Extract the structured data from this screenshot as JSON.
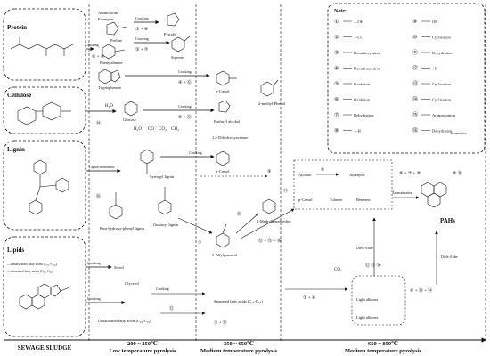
{
  "sources": {
    "protein": "Protein",
    "cellulose": "Cellulose",
    "lignin": "Lignin",
    "lipids": "Lipids",
    "lipid_line1": "—unsaturated fatty acids (C₁₆-C₁₈)",
    "lipid_line2": "—saturated fatty acids (C₁₆-C₁₈)"
  },
  "stages": [
    "SEWAGE SLUDGE",
    "200 ~ 350℃",
    "Low temperature pyrolysis",
    "350 ~ 650℃",
    "Medium temperature pyrolysis",
    "650 ~ 850℃",
    "Medium temperature pyrolysis"
  ],
  "compounds": {
    "amino_acids": "Amino acids",
    "examples": "Examples",
    "proline": "Proline",
    "pyrrole": "Pyrrole",
    "styrene": "Styrene",
    "phenylalanine": "Phenylalanine",
    "tryptophanate": "Tryptophanate",
    "p_cresol": "p-Cresol",
    "furfuryl": "Furfuryl alcohol",
    "dihydroxy": "1,2-Dihydroxyacetone",
    "methylphenol": "2-methyl-Phenol",
    "glucose": "Glucose",
    "h2o": "H₂O",
    "co": "CO",
    "co2": "CO₂",
    "ch4": "CH₄",
    "syringyl": "Syringyl lignin",
    "guaiacyl": "Guaiacyl lignin",
    "phb": "Para-hydroxy-phenyl lignin",
    "p_cresol2": "p-Cresol",
    "allyl": "5-Allylguaiacol",
    "methylbenzene": "2-Methylbenzenediol",
    "alcohol": "Alcohol",
    "aldehyde": "Aldehyde",
    "p_cresol3": "p-Cresol",
    "toluene": "Toluene",
    "benzene": "Benzene",
    "pahs": "PAHs",
    "aromatization": "Aromatization",
    "glycerol": "Glycerol",
    "sterol": "Sterol",
    "unsat": "Unsaturated fatty acids (C₁₆-C₁₈)",
    "sat": "Saturated fatty acids (C₁₆-C₁₈)",
    "light_alkanes": "Light alkanes",
    "light_alkenes": "Light alkenes",
    "co2b": "CO₂"
  },
  "labels": {
    "cracking": "Cracking",
    "lignin_monomers": "Lignin monomers",
    "diels_alder": "Diels-Alder",
    "diels_alder2": "Diels-Alder"
  },
  "steps": {
    "s1": "⑧ + ⑤",
    "s2": "③ + ⑧",
    "s3": "③ + ⑦",
    "s4": "④ + ⑫",
    "s5": "⑭",
    "s6": "⑥ + ⑫",
    "s7": "⑯",
    "s8": "⑨",
    "s9": "⑯",
    "s10": "⑥",
    "s11": "⑥ + ⑦ + ⑨",
    "s12": "⑪",
    "s13": "⑦",
    "s14": "⑫ + ⑮ + ⑯",
    "s15": "⑧ ⑯",
    "s16": "③ + ⑧",
    "s17": "⑫",
    "s18": "③ + ⑫",
    "s19": "⑧ + ⑬ + ⑭",
    "s20": "⑫ ⑬ ⑭"
  },
  "note": {
    "title": "Note:",
    "items": [
      {
        "n": "①",
        "label": "—OH"
      },
      {
        "n": "②",
        "label": "—CO"
      },
      {
        "n": "③",
        "label": "Decarboxylation"
      },
      {
        "n": "④",
        "label": "Decarbonylation"
      },
      {
        "n": "⑤",
        "label": "Oxidation"
      },
      {
        "n": "⑥",
        "label": "Oxidation"
      },
      {
        "n": "⑦",
        "label": "Dehydration"
      },
      {
        "n": "⑧",
        "label": "—H"
      },
      {
        "n": "⑨",
        "label": "OH"
      },
      {
        "n": "⑩",
        "label": "Cyclization"
      },
      {
        "n": "⑪",
        "label": "Dehydration"
      },
      {
        "n": "⑫",
        "label": "+H"
      },
      {
        "n": "⑬",
        "label": "Cyclization"
      },
      {
        "n": "⑭",
        "label": "Cyclization"
      },
      {
        "n": "⑮",
        "label": "Aromatization"
      },
      {
        "n": "⑯",
        "label": "Dehydration"
      }
    ],
    "aromatics": "Aromatics"
  }
}
